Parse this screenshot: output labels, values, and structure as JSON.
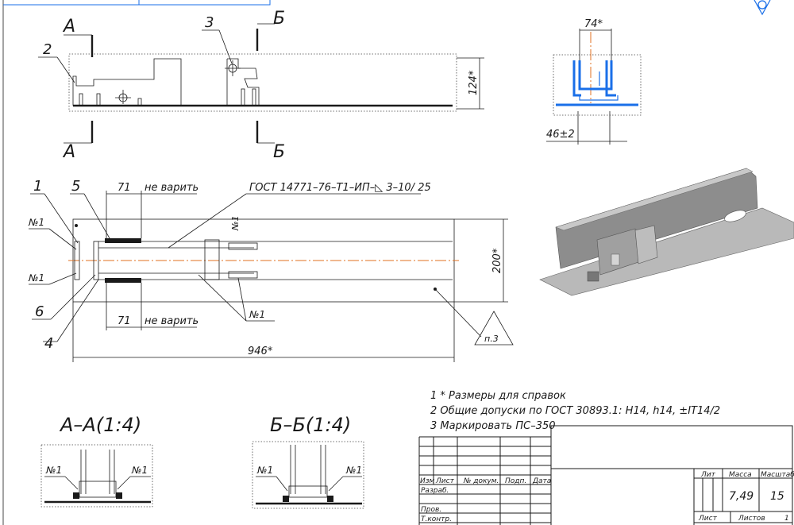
{
  "sections": {
    "a_top": "А",
    "a_bottom": "А",
    "b_top": "Б",
    "b_bottom": "Б",
    "aa_title": "А–А(1:4)",
    "bb_title": "Б–Б(1:4)"
  },
  "callouts": {
    "top_2": "2",
    "top_3": "3",
    "plan_1": "1",
    "plan_5": "5",
    "plan_6": "6",
    "plan_4": "4",
    "weld_n1_a": "№1",
    "weld_n1_b": "№1",
    "weld_n1_c": "№1",
    "weld_n1_vertical": "№1",
    "aa_n1_left": "№1",
    "aa_n1_right": "№1",
    "bb_n1_left": "№1",
    "bb_n1_right": "№1"
  },
  "dimensions": {
    "height_top": "124*",
    "dim_74": "74*",
    "dim_46": "46±2",
    "width_200": "200*",
    "length_946": "946*",
    "dim_71_top": "71",
    "dim_71_bottom": "71",
    "no_weld_top": "не варить",
    "no_weld_bottom": "не варить",
    "weld_standard": "ГОСТ 14771–76–Т1–ИП–◺ 3–10/ 25",
    "triangle_note": "п.3"
  },
  "notes": [
    "1  * Размеры для справок",
    "2  Общие допуски по ГОСТ 30893.1: H14, h14, ±IT14/2",
    "3  Маркировать ПС–350"
  ],
  "title_block": {
    "col_izm": "Изм",
    "col_list": "Лист",
    "col_doc": "№ докум.",
    "col_sign": "Подп.",
    "col_date": "Дата",
    "row_razrab": "Разраб.",
    "row_prov": "Пров.",
    "row_tkontr": "Т.контр.",
    "lit_label": "Лит",
    "mass_label": "Масса",
    "scale_label": "Масштаб",
    "mass_value": "7,49",
    "scale_value": "15",
    "sheet_label": "Лист",
    "sheets_label": "Листов",
    "sheets_value": "1"
  },
  "colors": {
    "accent_blue": "#1a6fe8",
    "axis_orange": "#e07020",
    "line": "#1a1a1a"
  }
}
